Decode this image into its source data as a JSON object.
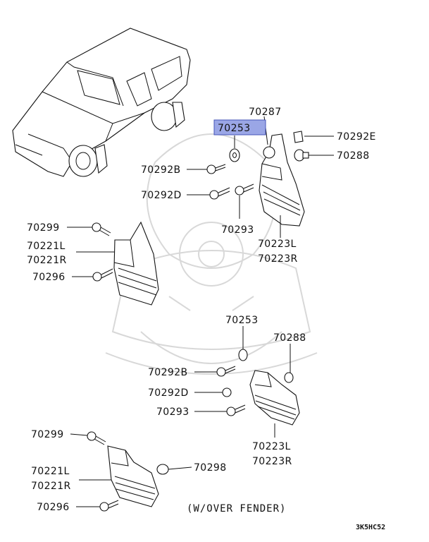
{
  "diagram": {
    "note": "(W/OVER FENDER)",
    "code": "3K5HC52",
    "highlight_color": "#9aa6e6",
    "labels": {
      "p70287": "70287",
      "p70253_top": "70253",
      "p70292E": "70292E",
      "p70288_top": "70288",
      "p70292B_top": "70292B",
      "p70292D_top": "70292D",
      "p70293_top": "70293",
      "p70223L_top": "70223L",
      "p70223R_top": "70223R",
      "p70299_mid": "70299",
      "p70221L_mid": "70221L",
      "p70221R_mid": "70221R",
      "p70296_mid": "70296",
      "p70253_bot": "70253",
      "p70288_bot": "70288",
      "p70292B_bot": "70292B",
      "p70292D_bot": "70292D",
      "p70293_bot": "70293",
      "p70223L_bot": "70223L",
      "p70223R_bot": "70223R",
      "p70299_bot": "70299",
      "p70298_bot": "70298",
      "p70221L_bot": "70221L",
      "p70221R_bot": "70221R",
      "p70296_bot": "70296"
    }
  }
}
